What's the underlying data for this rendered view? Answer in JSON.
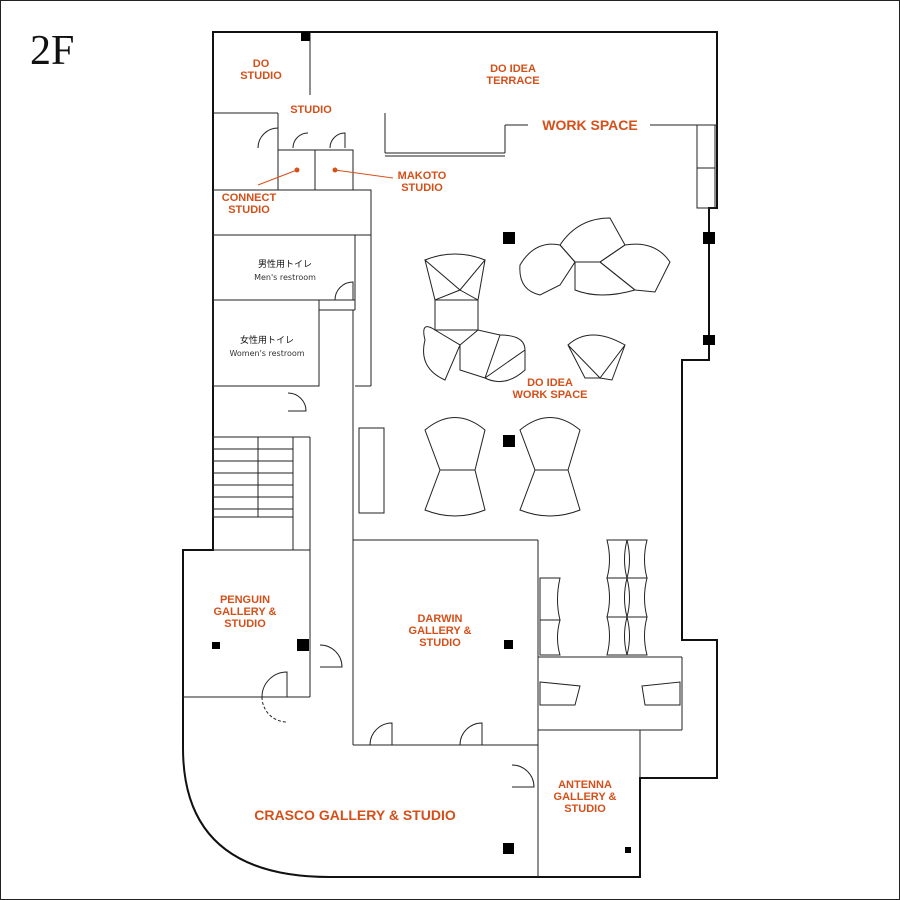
{
  "floor": {
    "label": "2F"
  },
  "colors": {
    "room_label": "#d4501a",
    "wall": "#111111",
    "column": "#000000"
  },
  "rooms": {
    "do_studio": "DO\nSTUDIO",
    "do_idea_terrace": "DO IDEA\nTERRACE",
    "studio": "STUDIO",
    "work_space": "WORK SPACE",
    "connect_studio": "CONNECT\nSTUDIO",
    "makoto_studio": "MAKOTO\nSTUDIO",
    "do_idea_work_space": "DO IDEA\nWORK SPACE",
    "penguin_gallery": "PENGUIN\nGALLERY &\nSTUDIO",
    "darwin_gallery": "DARWIN\nGALLERY &\nSTUDIO",
    "antenna_gallery": "ANTENNA\nGALLERY &\nSTUDIO",
    "crasco_gallery": "CRASCO GALLERY & STUDIO"
  },
  "restrooms": {
    "mens_ja": "男性用トイレ",
    "mens_en": "Men's restroom",
    "womens_ja": "女性用トイレ",
    "womens_en": "Women's restroom"
  }
}
